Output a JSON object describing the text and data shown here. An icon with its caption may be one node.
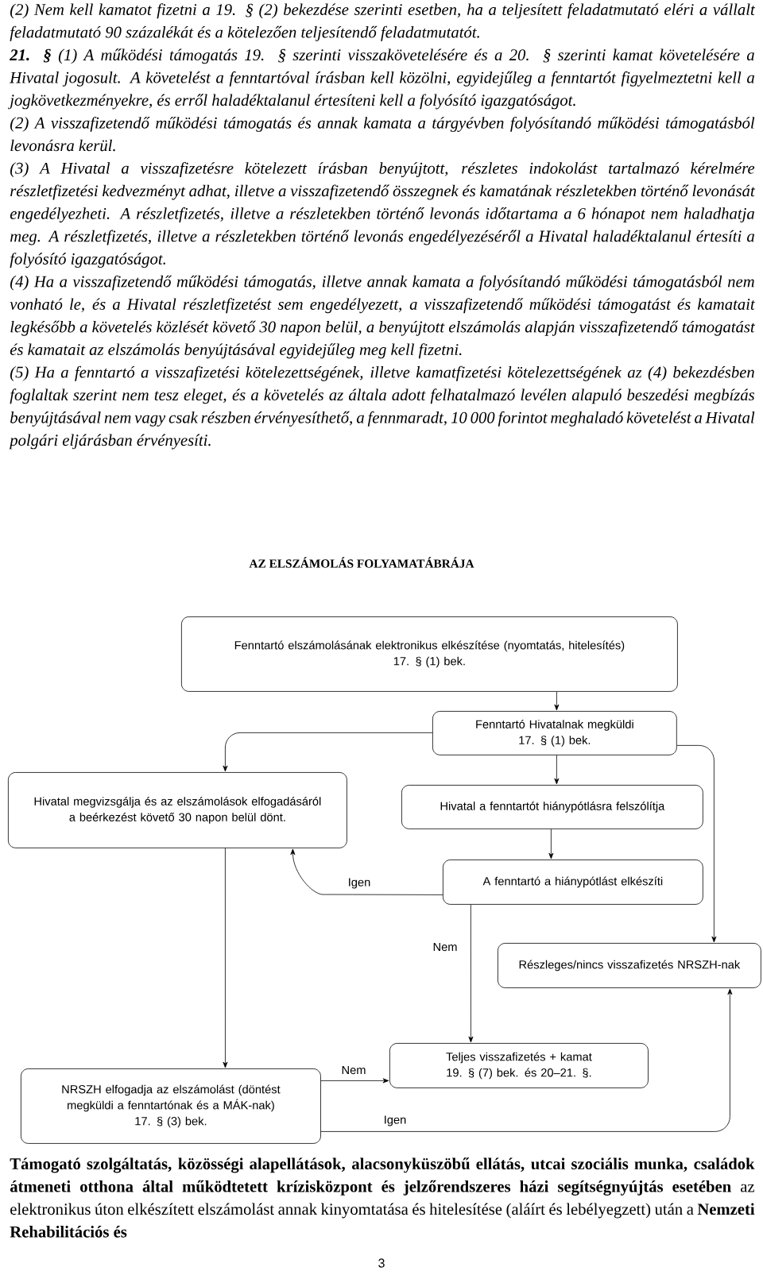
{
  "diagram": {
    "title": "AZ ELSZÁMOLÁS FOLYAMATÁBRÁJA",
    "nodes": [
      {
        "text": [
          "Fenntartó elszámolásának elektronikus elkészítése (nyomtatás, hitelesítés)",
          "17. § (1) bek."
        ]
      },
      {
        "text": [
          "Fenntartó Hivatalnak megküldi",
          "17. § (1) bek."
        ]
      },
      {
        "text": [
          "Hivatal megvizsgálja és az elszámolások elfogadásáról a beérkezést követő 30 napon belül dönt."
        ]
      },
      {
        "text": [
          "Hivatal a fenntartót hiánypótlásra felszólítja"
        ]
      },
      {
        "text": [
          "A fenntartó a hiánypótlást elkészíti"
        ]
      },
      {
        "text": [
          "Részleges/nincs visszafizetés NRSZH-nak"
        ]
      },
      {
        "text": [
          "Teljes visszafizetés + kamat",
          "19. § (7) bek. és 20–21. §."
        ]
      },
      {
        "text": [
          "NRSZH elfogadja az elszámolást (döntést megküldi a fenntartónak és a MÁK-nak)",
          "17. § (3) bek."
        ]
      }
    ],
    "edges": [
      {
        "from": 0,
        "to": 1,
        "arrow": "to"
      },
      {
        "from": 1,
        "to": 2,
        "arrow": "to"
      },
      {
        "from": 1,
        "to": 3,
        "arrow": "to"
      },
      {
        "from": 1,
        "to": 5,
        "arrow": "to"
      },
      {
        "from": 3,
        "to": 4,
        "arrow": "to"
      },
      {
        "from": 4,
        "to": 2,
        "arrow": "to",
        "label": "Igen"
      },
      {
        "from": 4,
        "to": 6,
        "arrow": "to",
        "label": "Nem"
      },
      {
        "from": 2,
        "to": 7,
        "arrow": "to"
      },
      {
        "from": 7,
        "to": 6,
        "arrow": "to",
        "label": "Nem"
      },
      {
        "from": 7,
        "to": 5,
        "arrow": "to",
        "label": "Igen"
      }
    ],
    "labels": [
      "(2) Nem kell kamatot fizetni a 19. § (2) bekezdése szerinti esetben, ha a teljesített feladatmutató eléri a vállalt feladatmutató 90 százalékát és a kötelezően teljesítendő feladatmutatót.",
      "**21. §** (1) A működési támogatás 19. § szerinti visszakövetelésére és a 20. § szerinti kamat követelésére a Hivatal jogosult. A követelést a fenntartóval írásban kell közölni, egyidejűleg a fenntartót figyelmeztetni kell a jogkövetkezményekre, és erről haladéktalanul értesíteni kell a folyósító igazgatóságot.",
      "(2) A visszafizetendő működési támogatás és annak kamata a tárgyévben folyósítandó működési támogatásból levonásra kerül.",
      "(3) A Hivatal a visszafizetésre kötelezett írásban benyújtott, részletes indokolást tartalmazó kérelmére részletfizetési kedvezményt adhat, illetve a visszafizetendő összegnek és kamatának részletekben történő levonását engedélyezheti. *A részletfizetés, illetve a részletekben történő levonás időtartama a 6 hónapot nem haladhatja meg.* A részletfizetés, illetve a részletekben történő levonás engedélyezéséről a Hivatal haladéktalanul értesíti a folyósító igazgatóságot.",
      "(4) Ha a visszafizetendő működési támogatás, illetve annak kamata a folyósítandó működési támogatásból nem vonható le, és a Hivatal részletfizetést sem engedélyezett, a visszafizetendő működési támogatást és kamatait legkésőbb a követelés közlését követő 30 napon belül, a benyújtott elszámolás alapján visszafizetendő támogatást és kamatait az elszámolás benyújtásával egyidejűleg meg kell fizetni.",
      "(5) Ha a fenntartó a visszafizetési kötelezettségének, illetve kamatfizetési kötelezettségének az (4) bekezdésben foglaltak szerint nem tesz eleget, és a követelés az általa adott felhatalmazó levélen alapuló beszedési megbízás benyújtásával nem vagy csak részben érvényesíthető, a fennmaradt, 10 000 forintot meghaladó követelést a Hivatal polgári eljárásban érvényesíti.",
      "**Támogató szolgáltatás, közösségi alapellátások, alacsonyküszöbű ellátás, utcai szociális munka, családok átmeneti otthona által működtetett krízisközpont és jelzőrendszeres házi segítségnyújtás esetében** az elektronikus úton elkészített elszámolást annak kinyomtatása és hitelesítése (aláírt és lebélyegzett) után a **Nemzeti Rehabilitációs és**",
      "3"
    ]
  }
}
